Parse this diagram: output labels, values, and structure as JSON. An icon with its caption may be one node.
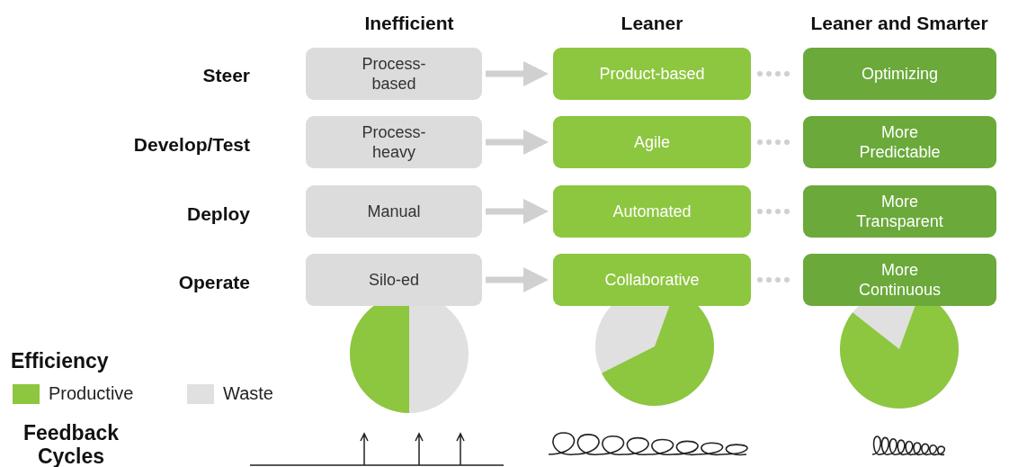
{
  "diagram": {
    "nodes": [
      {
        "text": [
          "Process-based"
        ]
      },
      {
        "text": [
          "Product-based"
        ]
      },
      {
        "text": [
          "Optimizing"
        ]
      },
      {
        "text": [
          "Process-heavy"
        ]
      },
      {
        "text": [
          "Agile"
        ]
      },
      {
        "text": [
          "More Predictable"
        ]
      },
      {
        "text": [
          "Manual"
        ]
      },
      {
        "text": [
          "Automated"
        ]
      },
      {
        "text": [
          "More Transparent"
        ]
      },
      {
        "text": [
          "Silo-ed"
        ]
      },
      {
        "text": [
          "Collaborative"
        ]
      },
      {
        "text": [
          "More Continuous"
        ]
      }
    ],
    "edges": [
      {
        "from": 0,
        "to": 1,
        "arrow": "to"
      },
      {
        "from": 1,
        "to": 2,
        "arrow": "none",
        "style": "dashed"
      },
      {
        "from": 3,
        "to": 4,
        "arrow": "to"
      },
      {
        "from": 4,
        "to": 5,
        "arrow": "none",
        "style": "dashed"
      },
      {
        "from": 6,
        "to": 7,
        "arrow": "to"
      },
      {
        "from": 7,
        "to": 8,
        "arrow": "none",
        "style": "dashed"
      },
      {
        "from": 9,
        "to": 10,
        "arrow": "to"
      },
      {
        "from": 10,
        "to": 11,
        "arrow": "none",
        "style": "dashed"
      }
    ],
    "labels": [
      "Inefficient",
      "Leaner",
      "Leaner and Smarter",
      "Steer",
      "Develop/Test",
      "Deploy",
      "Operate",
      "Efficiency",
      "Feedback Cycles"
    ],
    "legend": [
      {
        "text": "Productive",
        "color": "#8dc63f"
      },
      {
        "text": "Waste",
        "color": "#e0e0e0"
      }
    ]
  }
}
